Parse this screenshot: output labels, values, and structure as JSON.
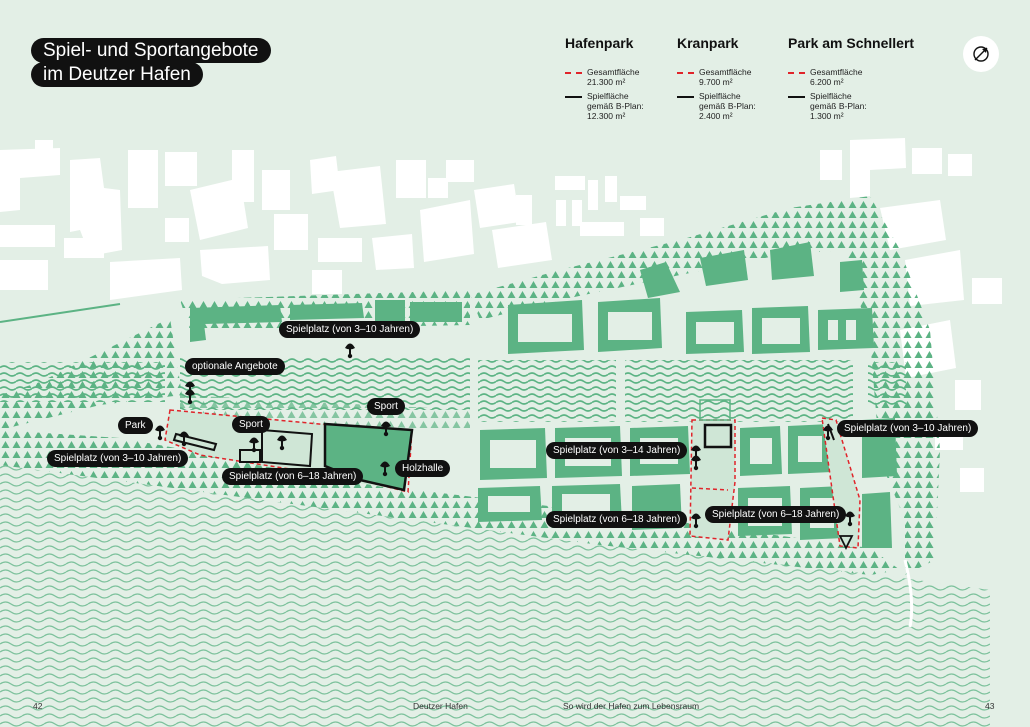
{
  "title": {
    "line1": "Spiel- und Sportangebote",
    "line2": "im Deutzer Hafen"
  },
  "legend": [
    {
      "name": "Hafenpark",
      "gesamt_label": "Gesamtfläche",
      "gesamt_value": "21.300 m²",
      "spiel_label1": "Spielfläche",
      "spiel_label2": "gemäß B-Plan:",
      "spiel_value": "12.300 m²"
    },
    {
      "name": "Kranpark",
      "gesamt_label": "Gesamtfläche",
      "gesamt_value": "9.700 m²",
      "spiel_label1": "Spielfläche",
      "spiel_label2": "gemäß B-Plan:",
      "spiel_value": "2.400 m²"
    },
    {
      "name": "Park am Schnellert",
      "gesamt_label": "Gesamtfläche",
      "gesamt_value": "6.200 m²",
      "spiel_label1": "Spielfläche",
      "spiel_label2": "gemäß B-Plan:",
      "spiel_value": "1.300 m²"
    }
  ],
  "labels": {
    "spielplatz_3_10_top": "Spielplatz (von 3–10 Jahren)",
    "optionale": "optionale Angebote",
    "sport_1": "Sport",
    "park": "Park",
    "sport_2": "Sport",
    "spielplatz_3_10_left": "Spielplatz (von 3–10 Jahren)",
    "spielplatz_6_18_left": "Spielplatz (von 6–18 Jahren)",
    "holzhalle": "Holzhalle",
    "spielplatz_3_14": "Spielplatz (von 3–14 Jahren)",
    "spielplatz_6_18_mid": "Spielplatz (von 6–18 Jahren)",
    "spielplatz_6_18_right": "Spielplatz (von 6–18 Jahren)",
    "spielplatz_3_10_right": "Spielplatz (von 3–10 Jahren)"
  },
  "footer": {
    "page_left": "42",
    "chapter": "Deutzer Hafen",
    "subtitle": "So wird der Hafen zum Lebensraum",
    "page_right": "43"
  },
  "colors": {
    "background": "#e3efe6",
    "green": "#5cb384",
    "white_buildings": "#ffffff",
    "red_dashed": "#e0242a",
    "black": "#111111"
  },
  "icons": [
    "compass-icon",
    "playground-marker-icon"
  ]
}
